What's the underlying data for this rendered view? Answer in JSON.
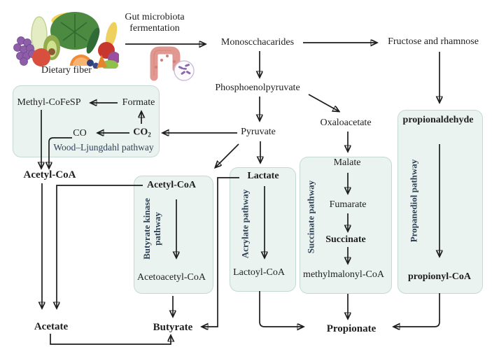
{
  "nodes": {
    "dietary_fiber": "Dietary fiber",
    "gut_fermentation_line1": "Gut microbiota",
    "gut_fermentation_line2": "fermentation",
    "monosaccharides": "Monoscchacarides",
    "fructose_rhamnose": "Fructose and rhamnose",
    "phosphoenolpyruvate": "Phosphoenolpyruvate",
    "pyruvate": "Pyruvate",
    "oxaloacetate": "Oxaloacetate",
    "methyl_cofesp": "Methyl-CoFeSP",
    "formate": "Formate",
    "co": "CO",
    "co2_base": "CO",
    "co2_sub": "2",
    "acetyl_coa": "Acetyl-CoA",
    "acetyl_coa_box": "Acetyl-CoA",
    "acetoacetyl_coa": "Acetoacetyl-CoA",
    "lactate": "Lactate",
    "lactoyl_coa": "Lactoyl-CoA",
    "malate": "Malate",
    "fumarate": "Fumarate",
    "succinate": "Succinate",
    "methylmalonyl_coa": "methylmalonyl-CoA",
    "propionaldehyde": "propionaldehyde",
    "propionyl_coa": "propionyl-CoA",
    "acetate": "Acetate",
    "butyrate": "Butyrate",
    "propionate": "Propionate"
  },
  "pathways": {
    "wood_ljungdahl": "Wood–Ljungdahl pathway",
    "butyrate_kinase_line1": "Butyrate kinase",
    "butyrate_kinase_line2": "pathway",
    "acrylate": "Acrylate pathway",
    "succinate": "Succinate pathway",
    "propanediol": "Propanediol pathway"
  },
  "colors": {
    "box_fill": "#eaf3ef",
    "box_border": "#c5d9d2",
    "arrow": "#1d1d1d",
    "text": "#1e1e1e",
    "pathway_label": "#2e4156",
    "background": "#ffffff"
  }
}
